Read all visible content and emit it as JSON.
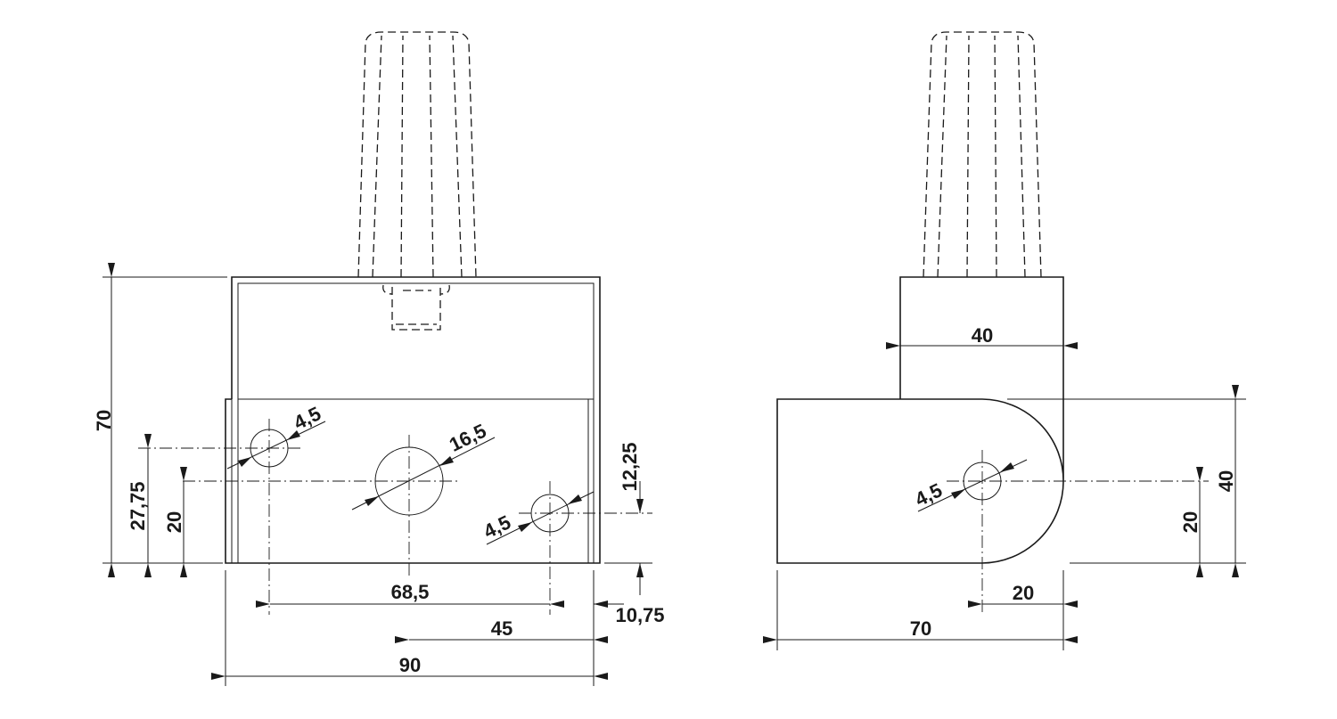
{
  "front_view": {
    "dims": {
      "height_total": "70",
      "hole1_height": "27,75",
      "hole2_height": "20",
      "hole3_offset": "12,25",
      "edge_offset": "10,75",
      "hole_spacing": "68,5",
      "center_to_edge": "45",
      "width_total": "90",
      "hole1_dia": "4,5",
      "hole2_dia": "16,5",
      "hole3_dia": "4,5"
    }
  },
  "side_view": {
    "dims": {
      "upper_width": "40",
      "lower_height": "40",
      "hole_height": "20",
      "hole_to_edge": "20",
      "width_total": "70",
      "hole_dia": "4,5"
    }
  }
}
